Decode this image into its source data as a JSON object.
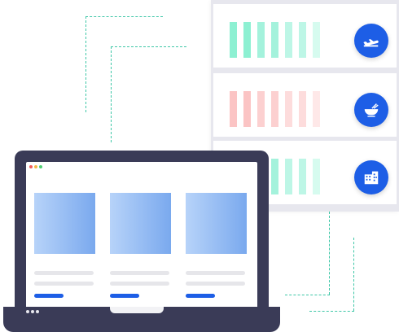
{
  "colors": {
    "accent": "#1d5ee6",
    "teal": "#3ec7a7",
    "teal_light": "#9cf0d9",
    "coral_light": "#fdc6c6",
    "laptop_frame": "#3a3b57"
  },
  "cards": [
    {
      "icon": "airplane-icon",
      "bar_color": "teal"
    },
    {
      "icon": "food-bowl-icon",
      "bar_color": "coral"
    },
    {
      "icon": "building-icon",
      "bar_color": "teal"
    }
  ],
  "browser_dots": [
    "#f25b5b",
    "#f5b544",
    "#4fcf72"
  ],
  "product_tiles": 3
}
